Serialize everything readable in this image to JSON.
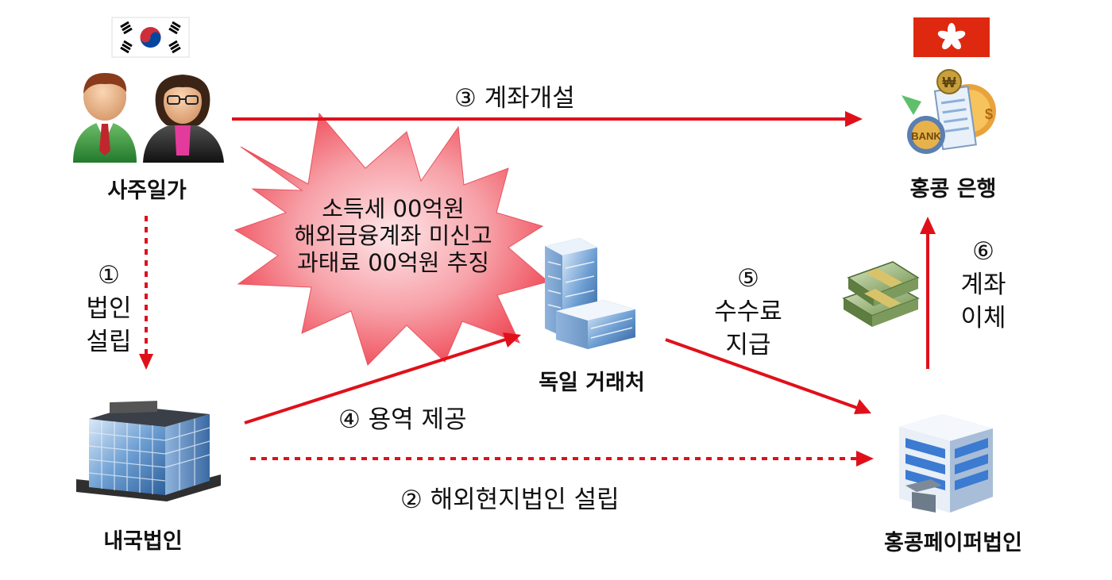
{
  "nodes": {
    "family": {
      "label": "사주일가",
      "flag": "korea-flag"
    },
    "hk_bank": {
      "label": "홍콩 은행",
      "flag": "hongkong-flag"
    },
    "german_partner": {
      "label": "독일 거래처"
    },
    "domestic_corp": {
      "label": "내국법인"
    },
    "hk_paper_corp": {
      "label": "홍콩페이퍼법인"
    }
  },
  "steps": {
    "s1": {
      "num": "①",
      "line1": "법인",
      "line2": "설립"
    },
    "s2": {
      "text": "② 해외현지법인 설립"
    },
    "s3": {
      "text": "③ 계좌개설"
    },
    "s4": {
      "text": "④ 용역 제공"
    },
    "s5": {
      "num": "⑤",
      "line1": "수수료",
      "line2": "지급"
    },
    "s6": {
      "num": "⑥",
      "line1": "계좌",
      "line2": "이체"
    }
  },
  "burst": {
    "line1": "소득세 00억원",
    "line2": "해외금융계좌 미신고",
    "line3": "과태료 00억원 추징"
  },
  "colors": {
    "arrow": "#e0101a",
    "burst_fill": "#f26873",
    "burst_center": "#fde7e9"
  },
  "icons": [
    "businessman-icon",
    "businesswoman-icon",
    "bank-money-icon",
    "office-building-icon",
    "money-stack-icon",
    "glass-tower-icon",
    "hongkong-office-icon"
  ]
}
